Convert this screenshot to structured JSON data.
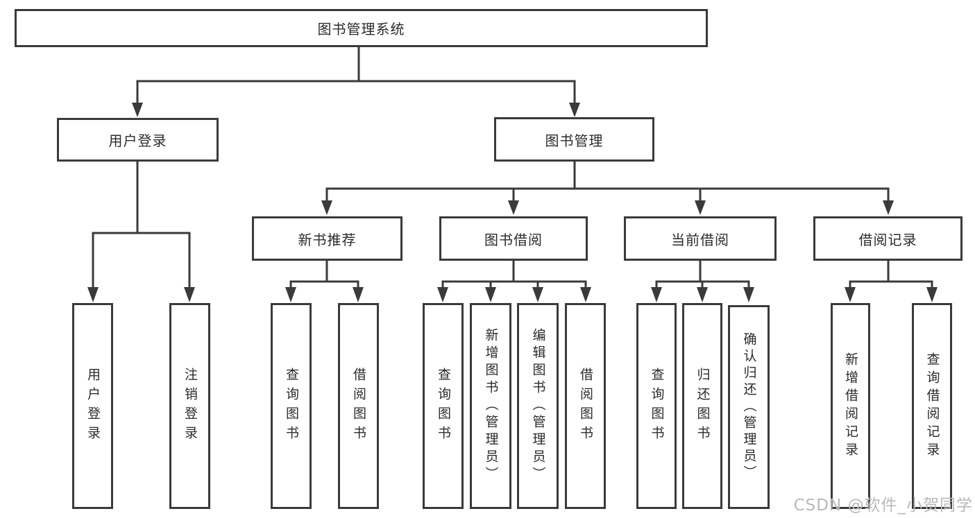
{
  "diagram": {
    "root": {
      "label": "图书管理系统"
    },
    "level2": [
      {
        "label": "用户登录"
      },
      {
        "label": "图书管理"
      }
    ],
    "level3": [
      {
        "label": "新书推荐"
      },
      {
        "label": "图书借阅"
      },
      {
        "label": "当前借阅"
      },
      {
        "label": "借阅记录"
      }
    ],
    "leaves": {
      "user_login": [
        "用户登录",
        "注销登录"
      ],
      "new_book": [
        "查询图书",
        "借阅图书"
      ],
      "book_borrow": [
        "查询图书",
        "新增图书（管理员）",
        "编辑图书（管理员）",
        "借阅图书"
      ],
      "current_borrow": [
        "查询图书",
        "归还图书",
        "确认归还（管理员）"
      ],
      "borrow_records": [
        "新增借阅记录",
        "查询借阅记录"
      ]
    }
  },
  "watermark": {
    "text": "CSDN @软件_小贺同学"
  },
  "colors": {
    "line": "#3a3a3a",
    "text": "#2b2b2b",
    "watermark": "#b9b9b9",
    "background": "#ffffff"
  }
}
